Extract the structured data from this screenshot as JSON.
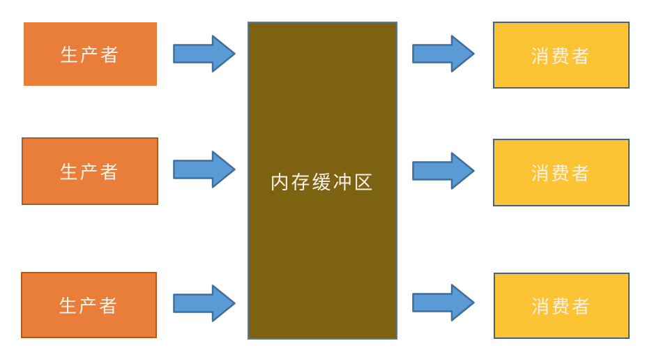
{
  "diagram": {
    "title": "producer-consumer memory buffer diagram",
    "producers": [
      {
        "label": "生产者"
      },
      {
        "label": "生产者"
      },
      {
        "label": "生产者"
      }
    ],
    "buffer": {
      "label": "内存缓冲区"
    },
    "consumers": [
      {
        "label": "消费者"
      },
      {
        "label": "消费者"
      },
      {
        "label": "消费者"
      }
    ],
    "colors": {
      "producer_fill": "#E97E3B",
      "producer_border": "#AD5B22",
      "buffer_fill": "#7D6311",
      "buffer_border": "#5B7A93",
      "consumer_fill": "#FCC334",
      "consumer_border": "#476377",
      "arrow_fill": "#5B9BD5",
      "arrow_border": "#3F6E99",
      "text_color": "#F5F1E9",
      "background": "#FFFFFF"
    }
  }
}
